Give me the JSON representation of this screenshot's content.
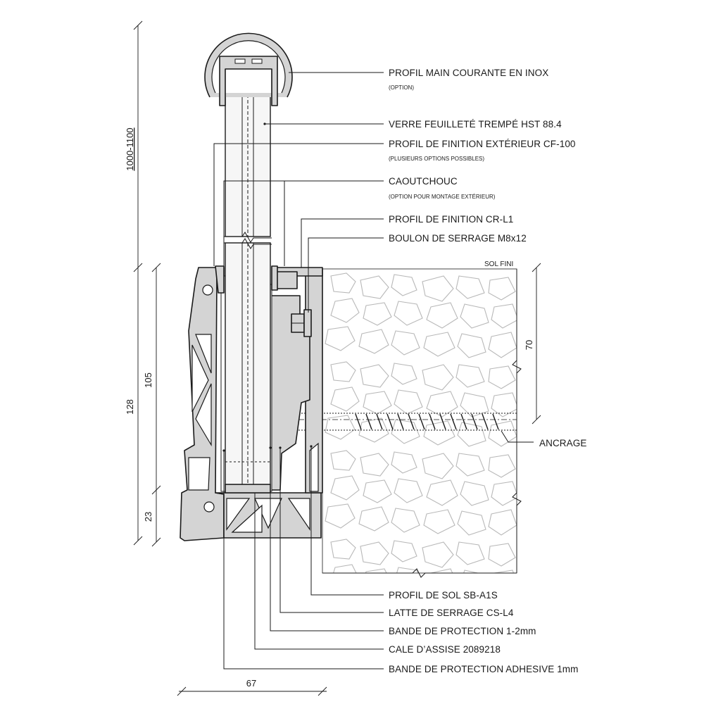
{
  "labels": {
    "handrail": "PROFIL MAIN COURANTE EN INOX",
    "handrail_note": "(OPTION)",
    "glass": "VERRE FEUILLETÉ TREMPÉ HST 88.4",
    "ext_finish": "PROFIL DE FINITION EXTÉRIEUR CF-100",
    "ext_finish_note": "(PLUSIEURS OPTIONS POSSIBLES)",
    "rubber": "CAOUTCHOUC",
    "rubber_note": "(OPTION POUR MONTAGE EXTÉRIEUR)",
    "finish_profile": "PROFIL DE FINITION CR-L1",
    "bolt": "BOULON DE SERRAGE  M8x12",
    "floor_level": "SOL FINI",
    "anchor": "ANCRAGE",
    "floor_profile": "PROFIL DE SOL SB-A1S",
    "clamp_lath": "LATTE DE SERRAGE  CS-L4",
    "protection_band": "BANDE DE PROTECTION 1-2mm",
    "shim": "CALE D’ASSISE 2089218",
    "adhesive_band": "BANDE DE PROTECTION ADHESIVE 1mm"
  },
  "dimensions": {
    "total_height": "1000-1100",
    "profile_height": "128",
    "clamp_height": "105",
    "base_height": "23",
    "embed_depth": "70",
    "width": "67"
  },
  "colors": {
    "line": "#1a1a1a",
    "aluminium": "#d4d4d4",
    "glass": "#f6f6f6",
    "concrete_pattern": "#b8b8b8"
  }
}
